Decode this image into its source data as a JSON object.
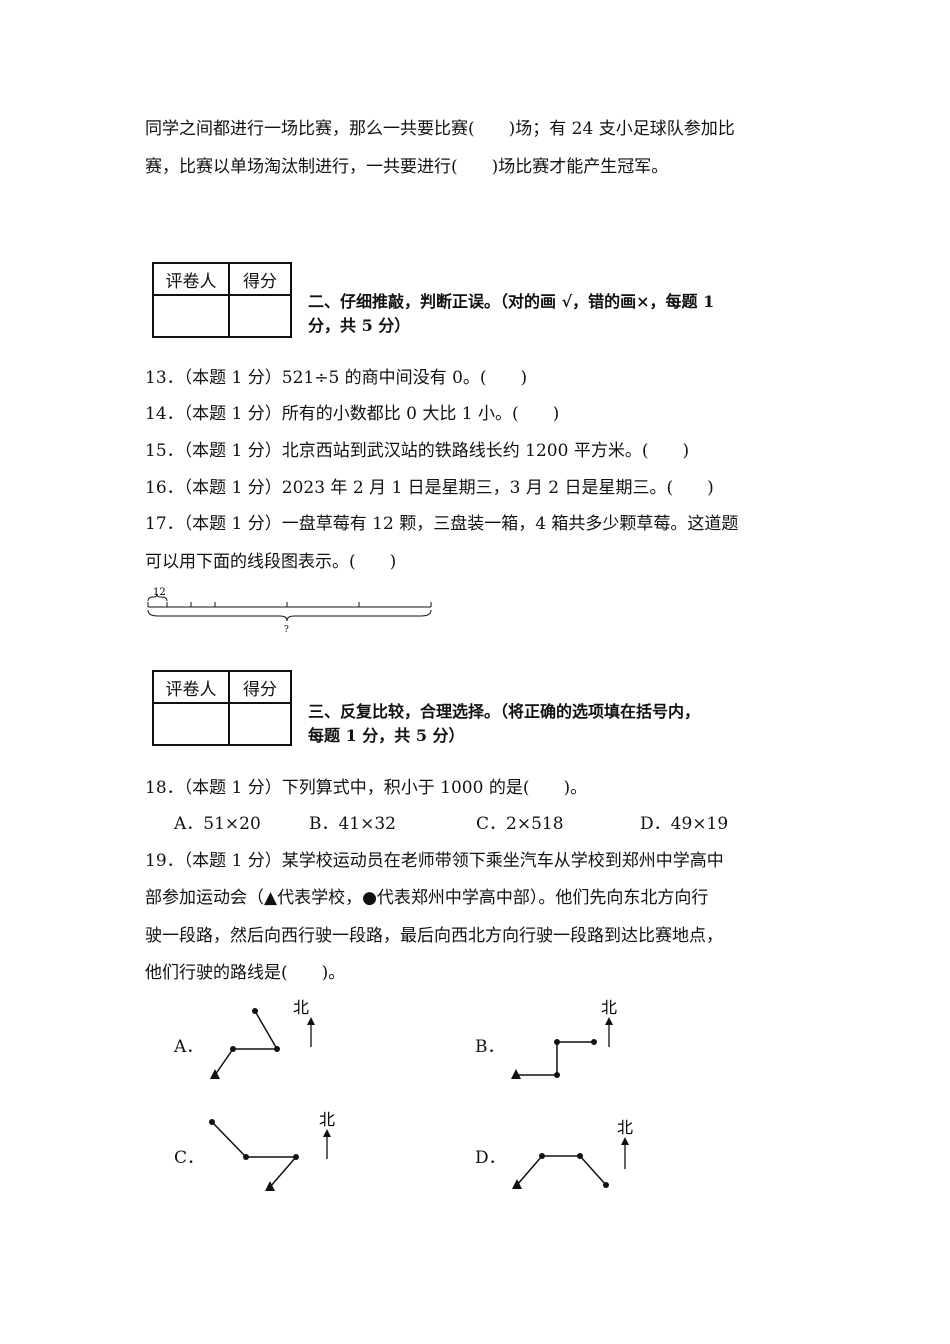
{
  "intro": {
    "line1": "同学之间都进行一场比赛，那么一共要比赛(　　)场；有 24 支小足球队参加比",
    "line2": "赛，比赛以单场淘汰制进行，一共要进行(　　)场比赛才能产生冠军。"
  },
  "score_box": {
    "col1": "评卷人",
    "col2": "得分"
  },
  "section2": {
    "title_line1": "二、仔细推敲，判断正误。（对的画 √，错的画×，每题 1",
    "title_line2": "分，共 5 分）",
    "questions": [
      "13．（本题 1 分）521÷5 的商中间没有 0。(　　)",
      "14．（本题 1 分）所有的小数都比 0 大比 1 小。(　　)",
      "15．（本题 1 分）北京西站到武汉站的铁路线长约 1200 平方米。(　　)",
      "16．（本题 1 分）2023 年 2 月 1 日是星期三，3 月 2 日是星期三。(　　)",
      "17．（本题 1 分）一盘草莓有 12 颗，三盘装一箱，4 箱共多少颗草莓。这道题",
      "可以用下面的线段图表示。(　　)"
    ],
    "diagram": {
      "top_label": "12",
      "bottom_label": "?"
    }
  },
  "section3": {
    "title_line1": "三、反复比较，合理选择。（将正确的选项填在括号内，",
    "title_line2": "每题 1 分，共 5 分）",
    "q18": {
      "text": "18．（本题 1 分）下列算式中，积小于 1000 的是(　　)。",
      "options": [
        "A．51×20",
        "B．41×32",
        "C．2×518",
        "D．49×19"
      ]
    },
    "q19": {
      "lines": [
        "19．（本题 1 分）某学校运动员在老师带领下乘坐汽车从学校到郑州中学高中",
        "部参加运动会（▲代表学校，●代表郑州中学高中部）。他们先向东北方向行",
        "驶一段路，然后向西行驶一段路，最后向西北方向行驶一段路到达比赛地点，",
        "他们行驶的路线是(　　)。"
      ],
      "options": [
        "A．",
        "B．",
        "C．",
        "D．"
      ],
      "north_label": "北"
    }
  }
}
